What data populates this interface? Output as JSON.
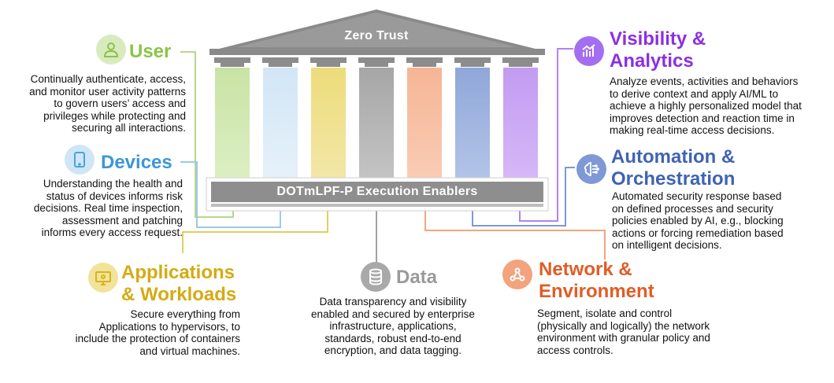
{
  "temple": {
    "roof_label": "Zero Trust",
    "base_label": "DOTmLPF-P Execution Enablers"
  },
  "colors": {
    "user": "#8cc34a",
    "devices": "#4aa3df",
    "applications": "#d8b31e",
    "data": "#8e8e8e",
    "network": "#e05d25",
    "automation": "#3f63b5",
    "visibility": "#8b2fe3"
  },
  "pillars": {
    "user": {
      "title": "User",
      "icon": "user-icon",
      "lines": [
        "Continually authenticate, access,",
        "and monitor user activity patterns",
        "to govern users’ access and",
        "privileges while protecting and",
        "securing all interactions."
      ]
    },
    "devices": {
      "title": "Devices",
      "icon": "tablet-icon",
      "lines": [
        "Understanding the health and",
        "status of devices informs risk",
        "decisions. Real time inspection,",
        "assessment and patching",
        "informs every access request."
      ]
    },
    "applications": {
      "title_line1": "Applications",
      "title_line2": "& Workloads",
      "icon": "application-screen-icon",
      "lines": [
        "Secure everything from",
        "Applications to hypervisors, to",
        "include the protection of containers",
        "and virtual machines."
      ]
    },
    "data": {
      "title": "Data",
      "icon": "database-icon",
      "lines": [
        "Data transparency and visibility",
        "enabled and secured by enterprise",
        "infrastructure, applications,",
        "standards, robust end-to-end",
        "encryption, and data tagging."
      ]
    },
    "network": {
      "title_line1": "Network &",
      "title_line2": "Environment",
      "icon": "network-nodes-icon",
      "lines": [
        "Segment, isolate and control",
        "(physically and logically) the network",
        "environment with granular policy and",
        "access controls."
      ]
    },
    "automation": {
      "title_line1": "Automation &",
      "title_line2": "Orchestration",
      "icon": "ai-brain-icon",
      "lines": [
        "Automated security response based",
        "on defined processes and security",
        "policies enabled by AI, e.g., blocking",
        "actions or forcing remediation based",
        "on intelligent decisions."
      ]
    },
    "visibility": {
      "title_line1": "Visibility &",
      "title_line2": "Analytics",
      "icon": "analytics-chart-icon",
      "lines": [
        "Analyze events, activities and behaviors",
        "to derive context and apply AI/ML to",
        "achieve a highly personalized model that",
        "improves detection and reaction time in",
        "making real-time access decisions."
      ]
    }
  }
}
